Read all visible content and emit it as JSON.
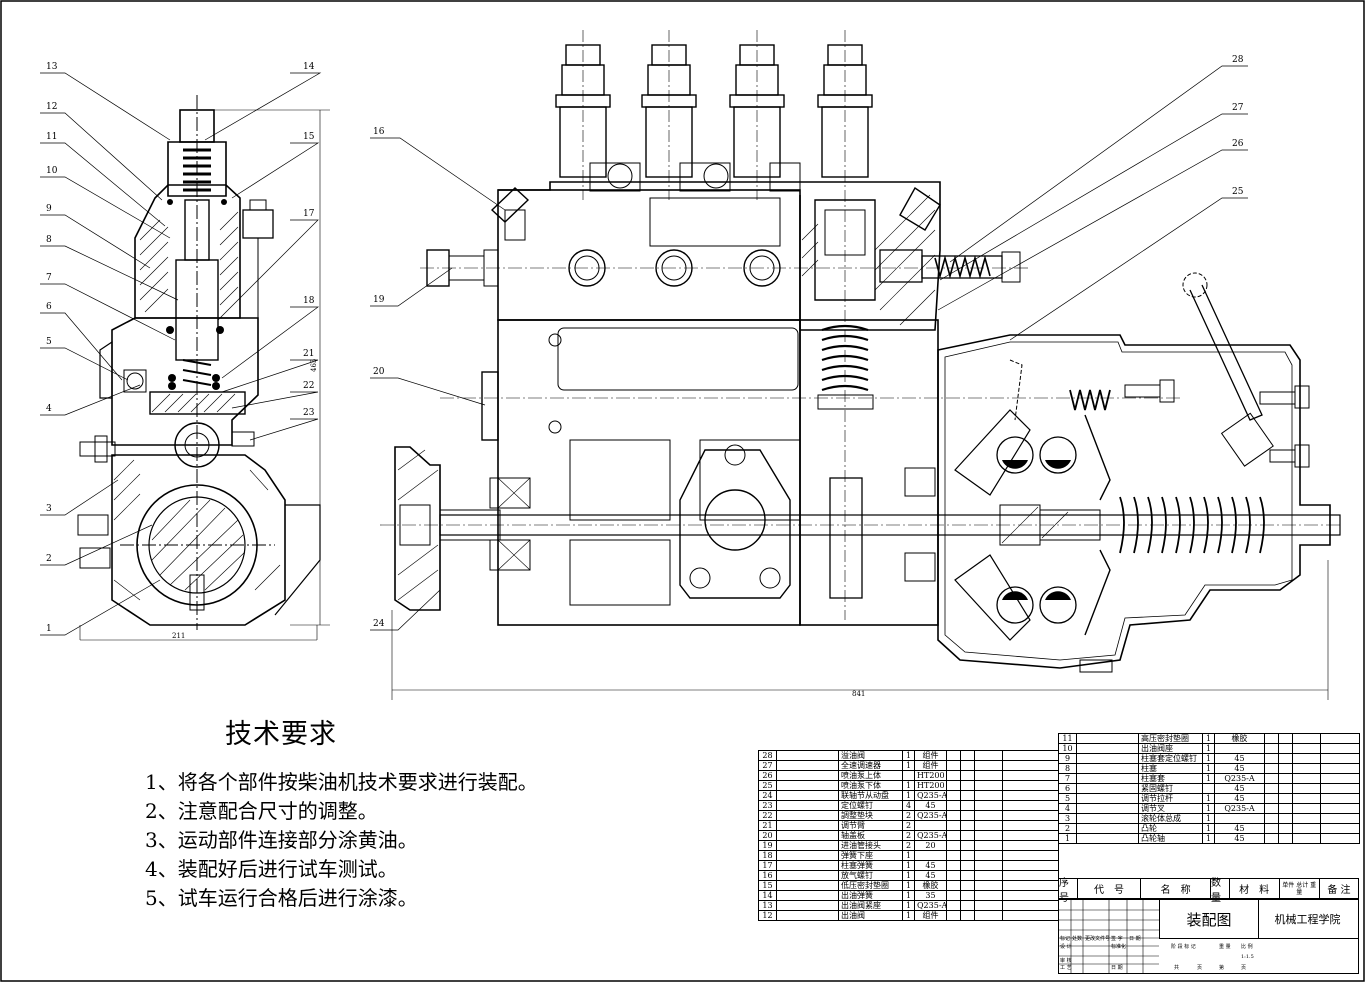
{
  "technical_requirements": {
    "title": "技术要求",
    "items": [
      "1、将各个部件按柴油机技术要求进行装配。",
      "2、注意配合尺寸的调整。",
      "3、运动部件连接部分涂黄油。",
      "4、装配好后进行试车测试。",
      "5、试车运行合格后进行涂漆。"
    ]
  },
  "dimensions": {
    "side_width": "211",
    "side_height": "465",
    "front_width": "841"
  },
  "callouts_left": [
    "13",
    "12",
    "11",
    "10",
    "9",
    "8",
    "7",
    "6",
    "5",
    "4",
    "3",
    "2",
    "1"
  ],
  "callouts_right_side": [
    "14",
    "15",
    "17",
    "18",
    "21",
    "22",
    "23"
  ],
  "callouts_front": [
    "16",
    "19",
    "20",
    "24",
    "28",
    "27",
    "26",
    "25"
  ],
  "bom_left": [
    {
      "no": "28",
      "name": "溢油阀",
      "qty": "1",
      "mat": "组件"
    },
    {
      "no": "27",
      "name": "全速调速器",
      "qty": "1",
      "mat": "组件"
    },
    {
      "no": "26",
      "name": "喷油泵上体",
      "qty": "",
      "mat": "HT200"
    },
    {
      "no": "25",
      "name": "喷油泵下体",
      "qty": "1",
      "mat": "HT200"
    },
    {
      "no": "24",
      "name": "联轴节从动盘",
      "qty": "1",
      "mat": "Q235-A"
    },
    {
      "no": "23",
      "name": "定位螺钉",
      "qty": "4",
      "mat": "45"
    },
    {
      "no": "22",
      "name": "調整垫块",
      "qty": "2",
      "mat": "Q235-A"
    },
    {
      "no": "21",
      "name": "调节臂",
      "qty": "2",
      "mat": ""
    },
    {
      "no": "20",
      "name": "轴盖板",
      "qty": "2",
      "mat": "Q235-A"
    },
    {
      "no": "19",
      "name": "进油管接头",
      "qty": "2",
      "mat": "20"
    },
    {
      "no": "18",
      "name": "弹簧下座",
      "qty": "1",
      "mat": ""
    },
    {
      "no": "17",
      "name": "柱塞弹簧",
      "qty": "1",
      "mat": "45"
    },
    {
      "no": "16",
      "name": "放气螺钉",
      "qty": "1",
      "mat": "45"
    },
    {
      "no": "15",
      "name": "低压密封垫圈",
      "qty": "1",
      "mat": "橡胶"
    },
    {
      "no": "14",
      "name": "出油弹簧",
      "qty": "1",
      "mat": "35"
    },
    {
      "no": "13",
      "name": "出油阀紧座",
      "qty": "1",
      "mat": "Q235-A"
    },
    {
      "no": "12",
      "name": "出油阀",
      "qty": "1",
      "mat": "组件"
    }
  ],
  "bom_right": [
    {
      "no": "11",
      "name": "高压密封垫圈",
      "qty": "1",
      "mat": "橡胶"
    },
    {
      "no": "10",
      "name": "出油阀座",
      "qty": "1",
      "mat": ""
    },
    {
      "no": "9",
      "name": "柱塞套定位螺钉",
      "qty": "1",
      "mat": "45"
    },
    {
      "no": "8",
      "name": "柱塞",
      "qty": "1",
      "mat": "45"
    },
    {
      "no": "7",
      "name": "柱塞套",
      "qty": "1",
      "mat": "Q235-A"
    },
    {
      "no": "6",
      "name": "紧固螺钉",
      "qty": "",
      "mat": "45"
    },
    {
      "no": "5",
      "name": "调节拉杆",
      "qty": "1",
      "mat": "45"
    },
    {
      "no": "4",
      "name": "调节叉",
      "qty": "1",
      "mat": "Q235-A"
    },
    {
      "no": "3",
      "name": "滚轮体总成",
      "qty": "1",
      "mat": ""
    },
    {
      "no": "2",
      "name": "凸轮",
      "qty": "1",
      "mat": "45"
    },
    {
      "no": "1",
      "name": "凸轮轴",
      "qty": "1",
      "mat": "45"
    }
  ],
  "bom_header": {
    "no": "序号",
    "code": "代　号",
    "name": "名　称",
    "qty": "数量",
    "mat": "材　料",
    "weight": "单件 总计 重 量",
    "note": "备 注"
  },
  "title_block": {
    "drawing_name": "装配图",
    "school": "机械工程学院",
    "labels": [
      "标记",
      "处数",
      "更改文件号",
      "签 字",
      "日 期",
      "设 计",
      "标准化",
      "阶 段 标 记",
      "重 量",
      "比 例",
      "审 核",
      "工 艺",
      "日 期",
      "共",
      "页",
      "第",
      "页"
    ],
    "scale": "1:1.5"
  }
}
